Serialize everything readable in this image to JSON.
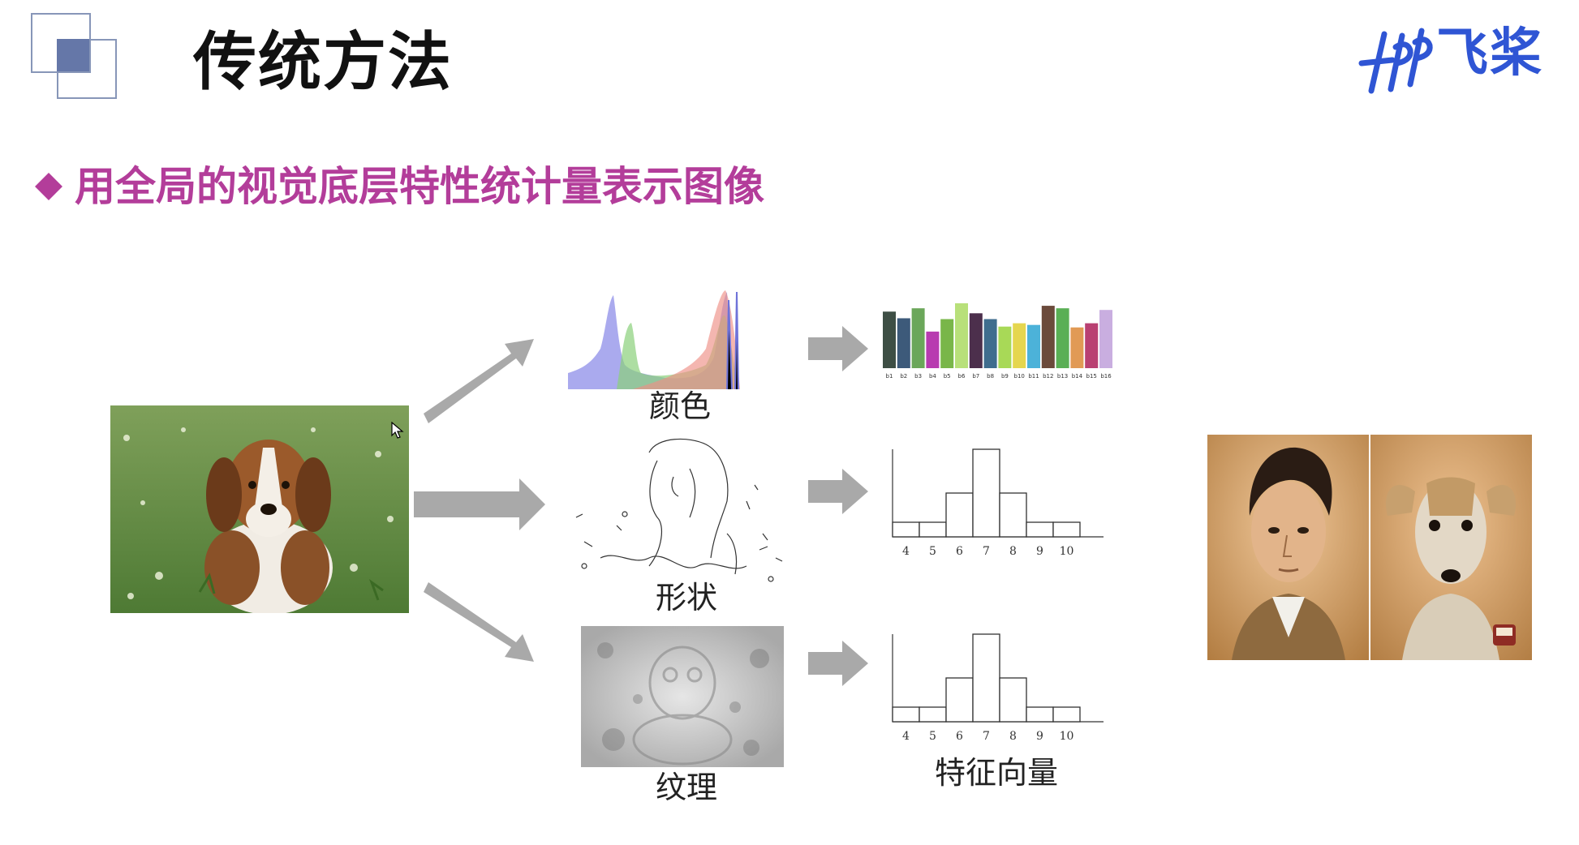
{
  "slide": {
    "title": "传统方法",
    "bullet": "用全局的视觉底层特性统计量表示图像",
    "logo_text": "飞桨",
    "colors": {
      "accent": "#b33d9a",
      "logo": "#2f55d4",
      "arrow": "#a9a9a9"
    }
  },
  "features": {
    "color_label": "颜色",
    "shape_label": "形状",
    "texture_label": "纹理",
    "vector_label": "特征向量"
  },
  "chart_data": [
    {
      "type": "bar",
      "categories": [
        "b1",
        "b2",
        "b3",
        "b4",
        "b5",
        "b6",
        "b7",
        "b8",
        "b9",
        "b10",
        "b11",
        "b12",
        "b13",
        "b14",
        "b15",
        "b16"
      ],
      "values": [
        68,
        60,
        72,
        44,
        59,
        78,
        66,
        59,
        50,
        54,
        52,
        75,
        72,
        49,
        54,
        70
      ],
      "colors": [
        "#3e4f45",
        "#3d5a7a",
        "#6ba75a",
        "#b83bb0",
        "#79b649",
        "#b8e07a",
        "#4c2f4c",
        "#3f6d8e",
        "#a8d957",
        "#e5d64f",
        "#4cb2d9",
        "#6b4a3b",
        "#5aaf55",
        "#e19a55",
        "#b94072",
        "#c9aee0"
      ]
    },
    {
      "type": "bar",
      "categories": [
        "4",
        "5",
        "6",
        "7",
        "8",
        "9",
        "10"
      ],
      "values": [
        1,
        1,
        3,
        6,
        3,
        1,
        1
      ],
      "ylim": [
        0,
        6
      ]
    },
    {
      "type": "bar",
      "categories": [
        "4",
        "5",
        "6",
        "7",
        "8",
        "9",
        "10"
      ],
      "values": [
        1,
        1,
        3,
        6,
        3,
        1,
        1
      ],
      "ylim": [
        0,
        6
      ]
    }
  ]
}
